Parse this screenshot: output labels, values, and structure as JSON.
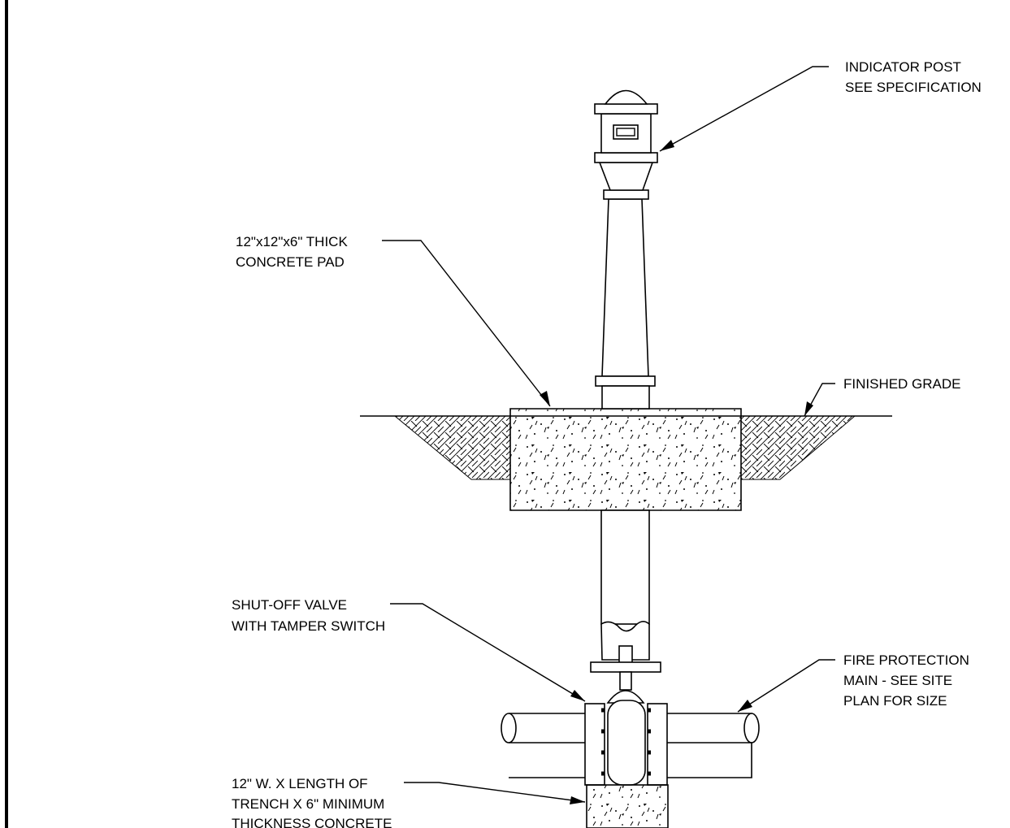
{
  "labels": {
    "indicator_post": [
      "INDICATOR POST",
      "SEE SPECIFICATION"
    ],
    "concrete_pad": [
      "12\"x12\"x6\" THICK",
      "CONCRETE PAD"
    ],
    "finished_grade": [
      "FINISHED GRADE"
    ],
    "shutoff_valve": [
      "SHUT-OFF VALVE",
      "WITH TAMPER SWITCH"
    ],
    "fire_main": [
      "FIRE PROTECTION",
      "MAIN - SEE SITE",
      "PLAN FOR SIZE"
    ],
    "thrust_block": [
      "12\" W. X LENGTH OF",
      "TRENCH X 6\" MINIMUM",
      "THICKNESS CONCRETE"
    ]
  }
}
